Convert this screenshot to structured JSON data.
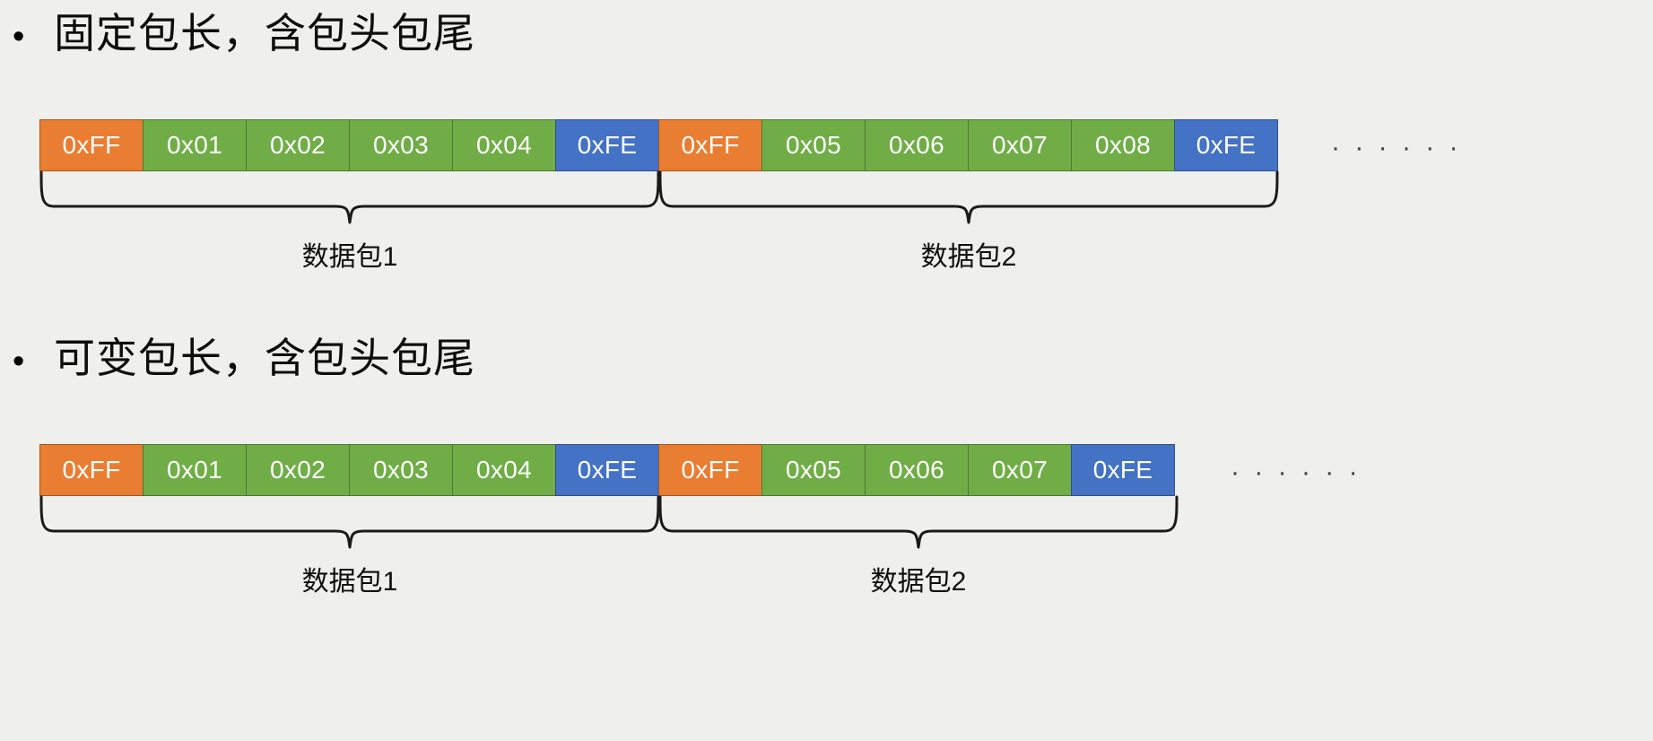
{
  "slide": {
    "background_color": "#efefee",
    "palette": {
      "header_byte": "#e97d31",
      "data_byte": "#70ad47",
      "footer_byte": "#4472c4",
      "text": "#0d0d0d",
      "brace_line": "#1a1a1a"
    }
  },
  "sections": [
    {
      "bullet_glyph": "•",
      "heading": "固定包长，含包头包尾",
      "ellipsis": "· · · · · ·",
      "cells": [
        {
          "label": "0xFF",
          "role": "header"
        },
        {
          "label": "0x01",
          "role": "data"
        },
        {
          "label": "0x02",
          "role": "data"
        },
        {
          "label": "0x03",
          "role": "data"
        },
        {
          "label": "0x04",
          "role": "data"
        },
        {
          "label": "0xFE",
          "role": "footer"
        },
        {
          "label": "0xFF",
          "role": "header"
        },
        {
          "label": "0x05",
          "role": "data"
        },
        {
          "label": "0x06",
          "role": "data"
        },
        {
          "label": "0x07",
          "role": "data"
        },
        {
          "label": "0x08",
          "role": "data"
        },
        {
          "label": "0xFE",
          "role": "footer"
        }
      ],
      "captions": [
        {
          "label": "数据包1"
        },
        {
          "label": "数据包2"
        }
      ]
    },
    {
      "bullet_glyph": "•",
      "heading": "可变包长，含包头包尾",
      "ellipsis": "· · · · · ·",
      "cells": [
        {
          "label": "0xFF",
          "role": "header"
        },
        {
          "label": "0x01",
          "role": "data"
        },
        {
          "label": "0x02",
          "role": "data"
        },
        {
          "label": "0x03",
          "role": "data"
        },
        {
          "label": "0x04",
          "role": "data"
        },
        {
          "label": "0xFE",
          "role": "footer"
        },
        {
          "label": "0xFF",
          "role": "header"
        },
        {
          "label": "0x05",
          "role": "data"
        },
        {
          "label": "0x06",
          "role": "data"
        },
        {
          "label": "0x07",
          "role": "data"
        },
        {
          "label": "0xFE",
          "role": "footer"
        }
      ],
      "captions": [
        {
          "label": "数据包1"
        },
        {
          "label": "数据包2"
        }
      ]
    }
  ]
}
